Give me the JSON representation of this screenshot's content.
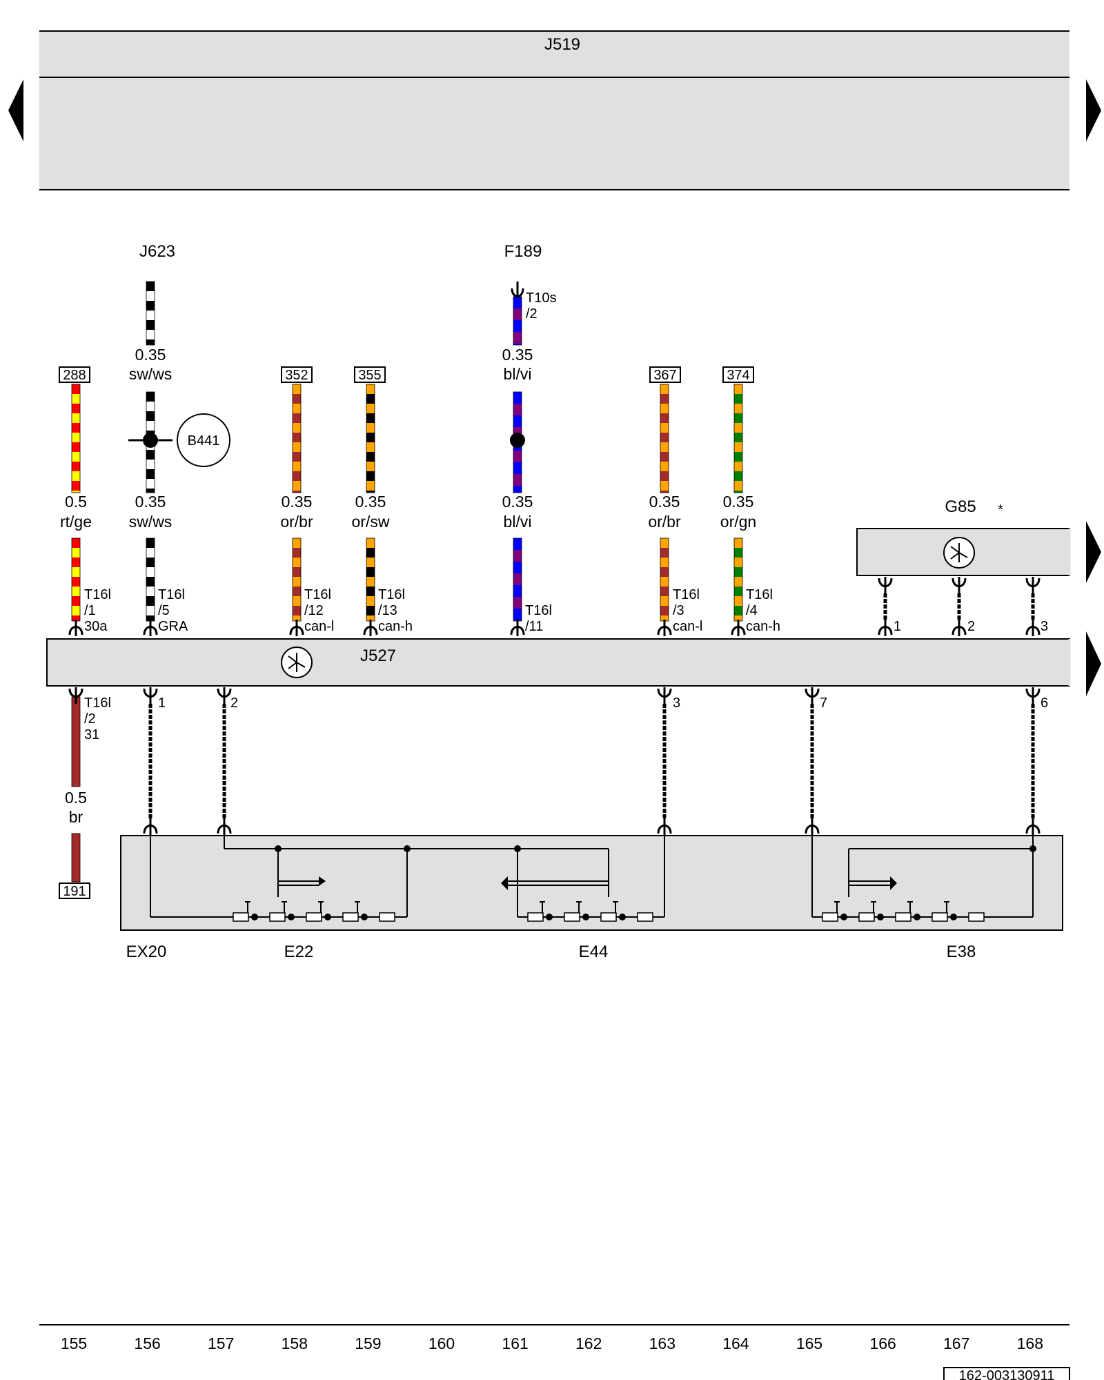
{
  "header": {
    "component": "J519"
  },
  "labels": {
    "J623": "J623",
    "F189": "F189",
    "G85": "G85",
    "G85_star": "*",
    "J527": "J527",
    "B441": "B441",
    "EX20": "EX20",
    "E22": "E22",
    "E44": "E44",
    "E38": "E38"
  },
  "refs": {
    "r288": "288",
    "r352": "352",
    "r355": "355",
    "r367": "367",
    "r374": "374",
    "r191": "191"
  },
  "wires": {
    "w1": {
      "size": "0.5",
      "color_code": "rt/ge",
      "colors": [
        "#ff0000",
        "#ffff00"
      ]
    },
    "w2": {
      "size": "0.35",
      "color_code": "sw/ws",
      "colors": [
        "#000000",
        "#ffffff"
      ]
    },
    "w2top": {
      "size": "0.35",
      "color_code": "sw/ws",
      "colors": [
        "#000000",
        "#ffffff"
      ]
    },
    "w3": {
      "size": "0.35",
      "color_code": "or/br",
      "colors": [
        "#ffa500",
        "#a52a2a"
      ]
    },
    "w4": {
      "size": "0.35",
      "color_code": "or/sw",
      "colors": [
        "#ffa500",
        "#000000"
      ]
    },
    "w5": {
      "size": "0.35",
      "color_code": "bl/vi",
      "colors": [
        "#0000ff",
        "#800080"
      ]
    },
    "w5top": {
      "size": "0.35",
      "color_code": "bl/vi",
      "colors": [
        "#0000ff",
        "#800080"
      ]
    },
    "w6": {
      "size": "0.35",
      "color_code": "or/br",
      "colors": [
        "#ffa500",
        "#a52a2a"
      ]
    },
    "w7": {
      "size": "0.35",
      "color_code": "or/gn",
      "colors": [
        "#ffa500",
        "#008000"
      ]
    },
    "wbr": {
      "size": "0.5",
      "color_code": "br",
      "colors": [
        "#a52a2a"
      ]
    }
  },
  "pins": {
    "p1": [
      "T16l",
      "/1",
      "30a"
    ],
    "p2": [
      "T16l",
      "/5",
      "GRA"
    ],
    "p3": [
      "T16l",
      "/12",
      "can-l"
    ],
    "p4": [
      "T16l",
      "/13",
      "can-h"
    ],
    "p5": [
      "T16l",
      "/11"
    ],
    "p6": [
      "T16l",
      "/3",
      "can-l"
    ],
    "p7": [
      "T16l",
      "/4",
      "can-h"
    ],
    "pf": [
      "T10s",
      "/2"
    ],
    "pg": [
      "T16l",
      "/2",
      "31"
    ]
  },
  "pin_numbers": {
    "g1": "1",
    "g2": "2",
    "g3": "3",
    "b1": "1",
    "b2": "2",
    "b3": "3",
    "b7": "7",
    "b6": "6"
  },
  "footer": {
    "grid_numbers": [
      "155",
      "156",
      "157",
      "158",
      "159",
      "160",
      "161",
      "162",
      "163",
      "164",
      "165",
      "166",
      "167",
      "168"
    ],
    "doc_id": "162-003130911"
  }
}
